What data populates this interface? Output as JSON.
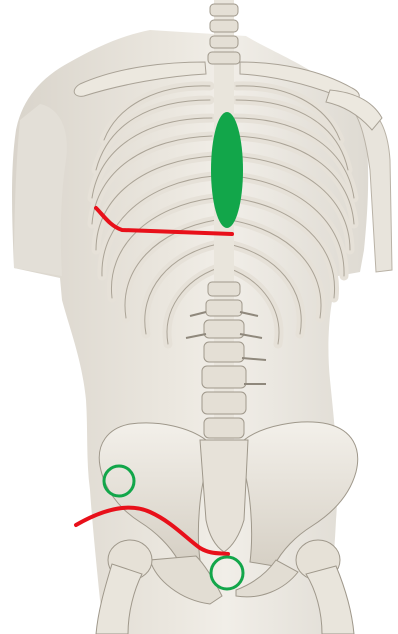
{
  "image": {
    "subject": "anatomical-torso-skeleton",
    "colors": {
      "background": "#ffffff",
      "skin": "#e9e5dd",
      "skin_shadow": "#d8d3ca",
      "bone": "#ece8df",
      "bone_shadow": "#c9c3b8",
      "bone_line": "#a9a296",
      "right_half_bone": "#f2f0ec",
      "marker_red": "#e8101a",
      "marker_green": "#12a64a"
    }
  },
  "markers": [
    {
      "id": "sternum-ellipse",
      "shape": "filled-ellipse",
      "color": "green"
    },
    {
      "id": "costal-margin-line",
      "shape": "curve",
      "color": "red"
    },
    {
      "id": "iliac-crest-curve",
      "shape": "curve",
      "color": "red"
    },
    {
      "id": "asis-circle",
      "shape": "outline-circle",
      "color": "green"
    },
    {
      "id": "pubic-symphysis-circle",
      "shape": "outline-circle",
      "color": "green"
    }
  ]
}
